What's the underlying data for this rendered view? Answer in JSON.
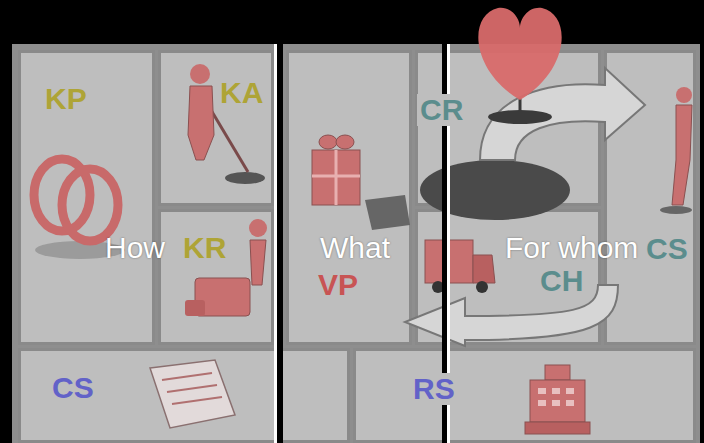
{
  "diagram": {
    "nodes": [
      {
        "text": [
          "KP"
        ]
      },
      {
        "text": [
          "KA"
        ]
      },
      {
        "text": [
          "KR"
        ]
      },
      {
        "text": [
          "VP"
        ]
      },
      {
        "text": [
          "CR"
        ]
      },
      {
        "text": [
          "CH"
        ]
      },
      {
        "text": [
          "CS"
        ]
      },
      {
        "text": [
          "CS"
        ]
      },
      {
        "text": [
          "RS"
        ]
      }
    ],
    "labels": [
      "How",
      "What",
      "For whom"
    ]
  }
}
